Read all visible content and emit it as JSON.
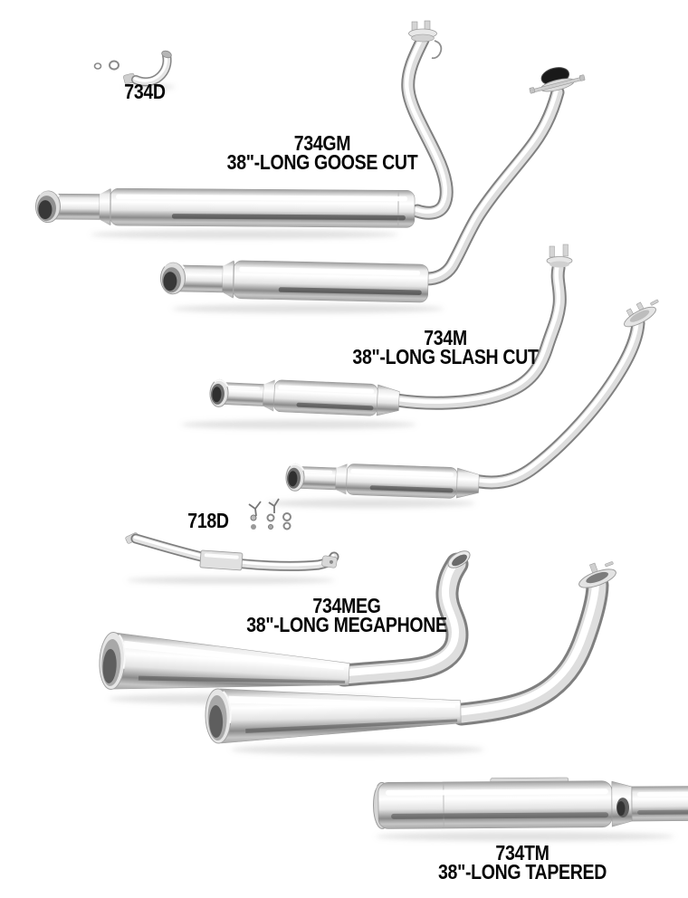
{
  "page": {
    "type": "exhaust-pipe-catalog-page",
    "background_color": "#ffffff",
    "label_color": "#060606",
    "chrome_highlight_color": "#ffffff",
    "chrome_shadow_color": "#3d3d3d"
  },
  "products": [
    {
      "code": "734D"
    },
    {
      "code": "734GM",
      "description": "38\"-LONG GOOSE CUT"
    },
    {
      "code": "734M",
      "description": "38\"-LONG SLASH CUT"
    },
    {
      "code": "718D"
    },
    {
      "code": "734MEG",
      "description": "38\"-LONG MEGAPHONE"
    },
    {
      "code": "734TM",
      "description": "38\"-LONG TAPERED"
    }
  ]
}
